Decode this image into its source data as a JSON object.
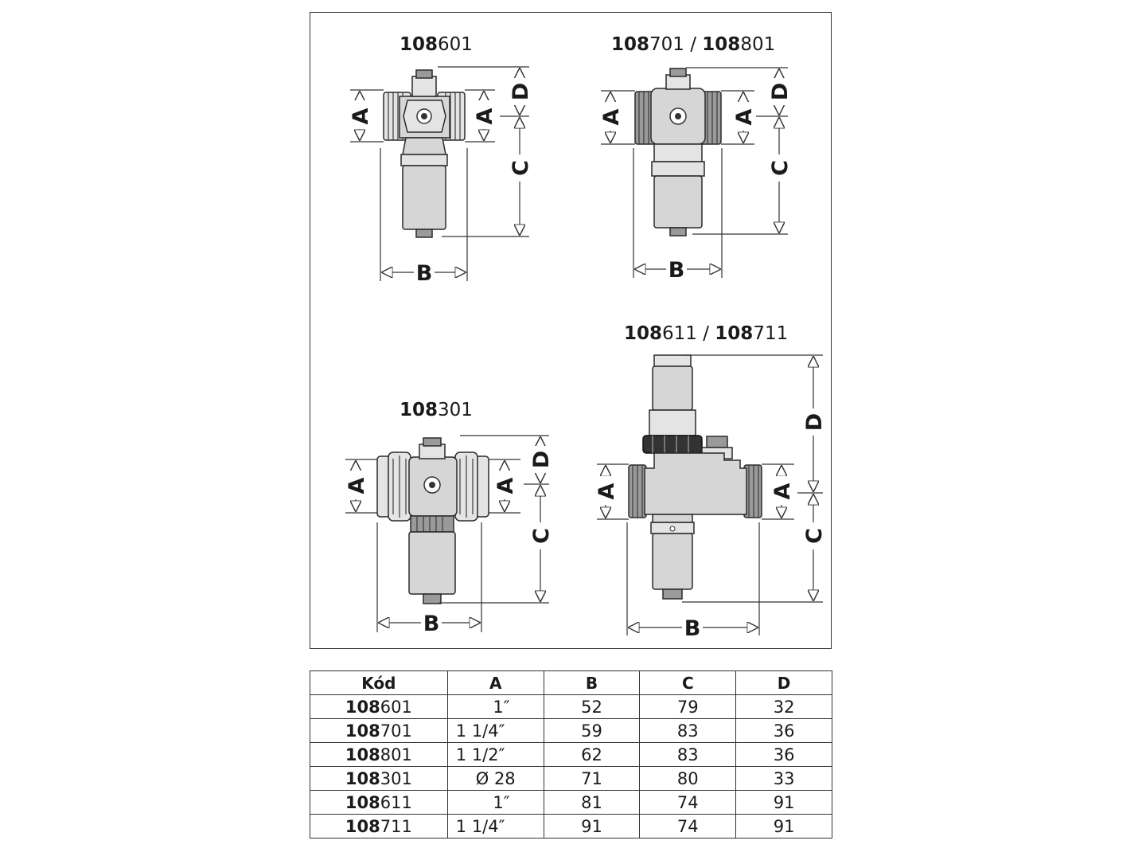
{
  "diagrams": [
    {
      "title_bold": "108",
      "title_rest": "601"
    },
    {
      "title_bold": "108",
      "title_rest": "701 / ",
      "title_bold2": "108",
      "title_rest2": "801"
    },
    {
      "title_bold": "108",
      "title_rest": "611 / ",
      "title_bold2": "108",
      "title_rest2": "711"
    },
    {
      "title_bold": "108",
      "title_rest": "301"
    }
  ],
  "dimension_labels": {
    "a": "A",
    "b": "B",
    "c": "C",
    "d": "D"
  },
  "table": {
    "headers": [
      "Kód",
      "A",
      "B",
      "C",
      "D"
    ],
    "rows": [
      {
        "code_bold": "108",
        "code_rest": "601",
        "a": "1″",
        "b": "52",
        "c": "79",
        "d": "32"
      },
      {
        "code_bold": "108",
        "code_rest": "701",
        "a": "1 1/4″",
        "b": "59",
        "c": "83",
        "d": "36"
      },
      {
        "code_bold": "108",
        "code_rest": "801",
        "a": "1 1/2″",
        "b": "62",
        "c": "83",
        "d": "36"
      },
      {
        "code_bold": "108",
        "code_rest": "301",
        "a": "Ø 28",
        "b": "71",
        "c": "80",
        "d": "33"
      },
      {
        "code_bold": "108",
        "code_rest": "611",
        "a": "1″",
        "b": "81",
        "c": "74",
        "d": "91"
      },
      {
        "code_bold": "108",
        "code_rest": "711",
        "a": "1 1/4″",
        "b": "91",
        "c": "74",
        "d": "91"
      }
    ]
  }
}
